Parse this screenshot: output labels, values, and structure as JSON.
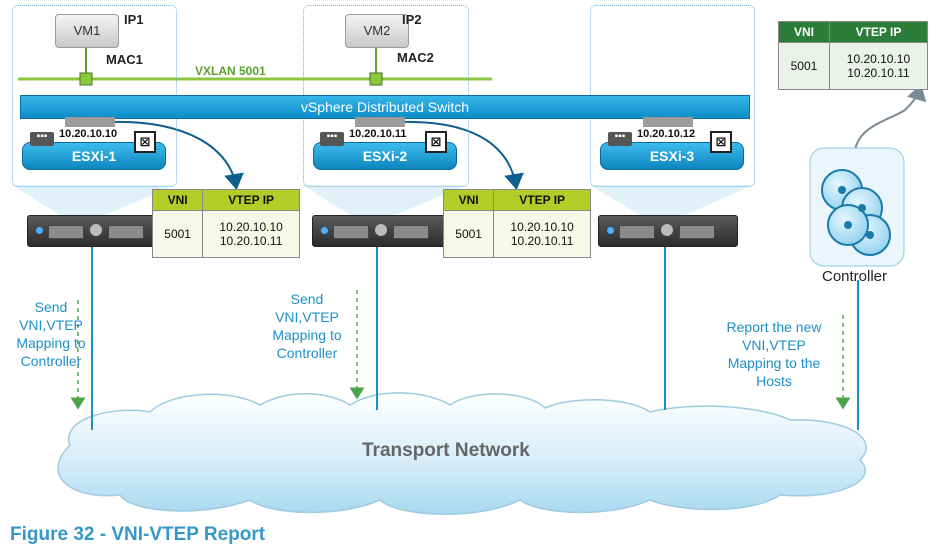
{
  "vms": [
    {
      "name": "VM1",
      "ip": "IP1",
      "mac": "MAC1"
    },
    {
      "name": "VM2",
      "ip": "IP2",
      "mac": "MAC2"
    }
  ],
  "vxlan_label": "VXLAN 5001",
  "switch_label": "vSphere Distributed Switch",
  "hosts": [
    {
      "name": "ESXi-1",
      "vtep_ip": "10.20.10.10"
    },
    {
      "name": "ESXi-2",
      "vtep_ip": "10.20.10.11"
    },
    {
      "name": "ESXi-3",
      "vtep_ip": "10.20.10.12"
    }
  ],
  "nic_glyph": "▪▪▪",
  "x_glyph": "⊠",
  "tables": {
    "header_vni": "VNI",
    "header_vtep": "VTEP IP",
    "host1": {
      "vni": "5001",
      "ips": [
        "10.20.10.10",
        "10.20.10.11"
      ]
    },
    "host2": {
      "vni": "5001",
      "ips": [
        "10.20.10.10",
        "10.20.10.11"
      ]
    },
    "controller": {
      "vni": "5001",
      "ips": [
        "10.20.10.10",
        "10.20.10.11"
      ]
    }
  },
  "flow_texts": {
    "send1": [
      "Send",
      "VNI,VTEP",
      "Mapping to",
      "Controller"
    ],
    "send2": [
      "Send",
      "VNI,VTEP",
      "Mapping to",
      "Controller"
    ],
    "report": [
      "Report the new",
      "VNI,VTEP",
      "Mapping to the",
      "Hosts"
    ]
  },
  "controller_label": "Controller",
  "cloud_label": "Transport Network",
  "caption": "Figure 32 - VNI-VTEP Report",
  "colors": {
    "accent_blue": "#1d8fc7",
    "vxlan_green": "#5aa02c",
    "table_header": "#b3cc28",
    "controller_header": "#2d7d3a"
  }
}
